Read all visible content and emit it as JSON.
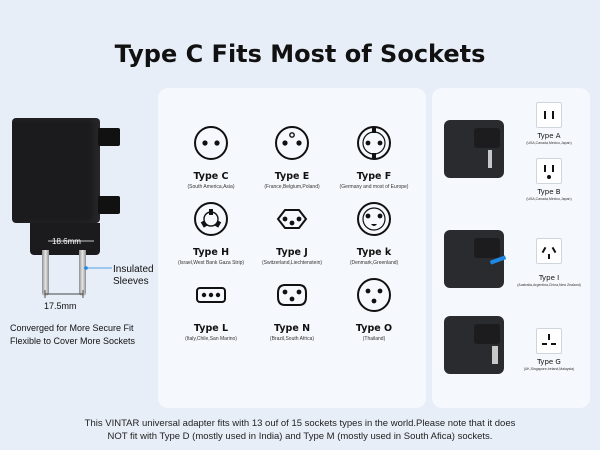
{
  "title": "Type C Fits Most of Sockets",
  "left": {
    "width_label": "18.6mm",
    "spacing_label": "17.5mm",
    "insulated_label": "Insulated Sleeves",
    "caption_line1": "Converged for More Secure Fit",
    "caption_line2": "Flexible to Cover More Sockets"
  },
  "sockets": [
    {
      "name": "Type C",
      "regions": "(South America,Asia)",
      "icon": "type-c-socket-icon"
    },
    {
      "name": "Type E",
      "regions": "(France,Belgium,Poland)",
      "icon": "type-e-socket-icon"
    },
    {
      "name": "Type F",
      "regions": "(Germany and most of Europe)",
      "icon": "type-f-socket-icon"
    },
    {
      "name": "Type H",
      "regions": "(Israel,West Bank Gaza Strip)",
      "icon": "type-h-socket-icon"
    },
    {
      "name": "Type J",
      "regions": "(Switzerland,Liechtenstein)",
      "icon": "type-j-socket-icon"
    },
    {
      "name": "Type k",
      "regions": "(Denmark,Greenland)",
      "icon": "type-k-socket-icon"
    },
    {
      "name": "Type L",
      "regions": "(Italy,Chile,San Marino)",
      "icon": "type-l-socket-icon"
    },
    {
      "name": "Type N",
      "regions": "(Brazil,South Africa)",
      "icon": "type-n-socket-icon"
    },
    {
      "name": "Type O",
      "regions": "(Thailand)",
      "icon": "type-o-socket-icon"
    }
  ],
  "outlets": [
    {
      "name": "Type A",
      "regions": "(USA,Canada,Mexico,Japan)"
    },
    {
      "name": "Type B",
      "regions": "(USA,Canada,Mexico,Japan)"
    },
    {
      "name": "Type I",
      "regions": "(Australia,Argentina,China,New Zealand)"
    },
    {
      "name": "Type G",
      "regions": "(UK,Singapore,Ireland,Malaysia)"
    }
  ],
  "footer_line1": "This VINTAR universal adapter fits with 13 ouf of 15 sockets types in the world.Please note that it does",
  "footer_line2": "NOT fit with Type D (mostly used in India) and Type M (mostly used in South Afica) sockets."
}
